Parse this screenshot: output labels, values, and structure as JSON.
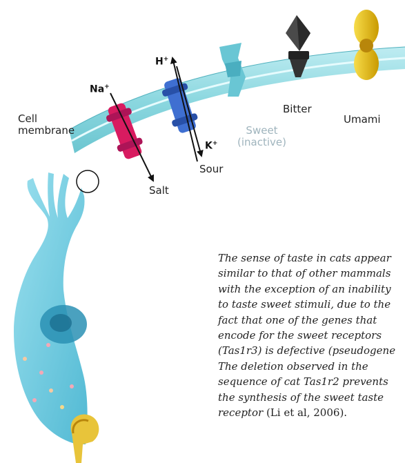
{
  "labels": {
    "cell_membrane": [
      "Cell",
      "membrane"
    ],
    "na_ion": "Na",
    "h_ion": "H",
    "k_ion": "K",
    "salt": "Salt",
    "sour": "Sour",
    "sweet": [
      "Sweet",
      "(inactive)"
    ],
    "bitter": "Bitter",
    "umami": "Umami"
  },
  "caption": {
    "lines": [
      "The sense of taste in cats appear",
      "similar to that of other mammals",
      "with the exception of an inability",
      "to taste sweet stimuli, due to the",
      "fact that one of the genes that",
      "encode for the sweet receptors",
      "(Tas1r3) is defective (pseudogene",
      "The deletion observed in the",
      "sequence of cat Tas1r2 prevents",
      "the synthesis of the sweet taste"
    ],
    "last_line_italic": "receptor",
    "last_line_citation": "(Li et al, 2006)."
  },
  "colors": {
    "membrane": "#7fd3dc",
    "salt_channel": "#d81b60",
    "sour_channel": "#3f6fd1",
    "sweet_receptor": "#69c6d4",
    "bitter_receptor": "#2e2e2e",
    "umami_receptor": "#e9b800",
    "cell_body": "#5fc4da"
  }
}
